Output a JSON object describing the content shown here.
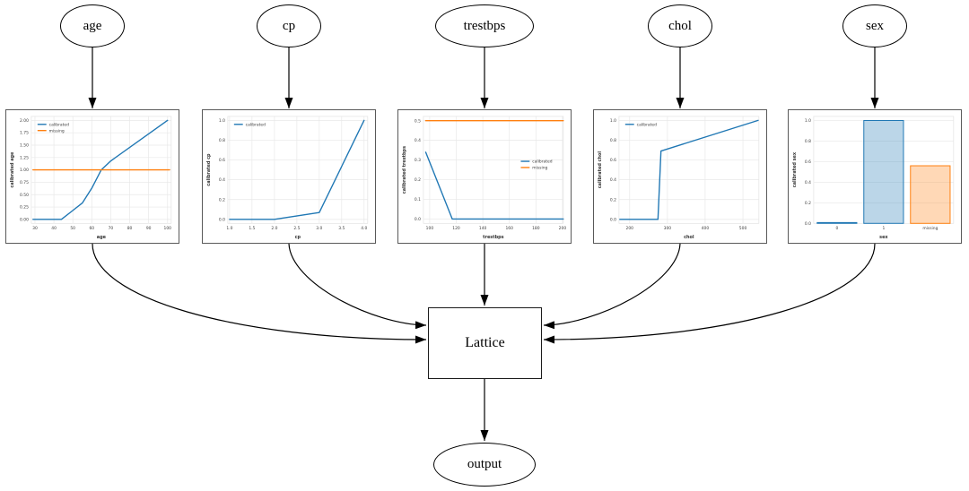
{
  "diagram": {
    "background": "#ffffff",
    "nodes": {
      "age": {
        "label": "age"
      },
      "cp": {
        "label": "cp"
      },
      "trestbps": {
        "label": "trestbps"
      },
      "chol": {
        "label": "chol"
      },
      "sex": {
        "label": "sex"
      },
      "lattice": {
        "label": "Lattice"
      },
      "output": {
        "label": "output"
      }
    },
    "edges": [
      {
        "from": "age",
        "to": "calibration-age"
      },
      {
        "from": "cp",
        "to": "calibration-cp"
      },
      {
        "from": "trestbps",
        "to": "calibration-trestbps"
      },
      {
        "from": "chol",
        "to": "calibration-chol"
      },
      {
        "from": "sex",
        "to": "calibration-sex"
      },
      {
        "from": "calibration-age",
        "to": "lattice"
      },
      {
        "from": "calibration-cp",
        "to": "lattice"
      },
      {
        "from": "calibration-trestbps",
        "to": "lattice"
      },
      {
        "from": "calibration-chol",
        "to": "lattice"
      },
      {
        "from": "calibration-sex",
        "to": "lattice"
      },
      {
        "from": "lattice",
        "to": "output"
      }
    ]
  },
  "colors": {
    "calibrated": "#1f77b4",
    "missing": "#ff7f0e",
    "calibrated_fill": "rgba(31,119,180,0.3)",
    "missing_fill": "rgba(255,127,14,0.3)",
    "edge": "#000000",
    "grid": "#e8e8e8",
    "plot_border": "#e2e2e2",
    "tick_text": "#3d3d3d"
  },
  "chart_data": [
    {
      "id": "age",
      "type": "line",
      "xlabel": "age",
      "ylabel": "calibrated age",
      "xlim": [
        28.1,
        101.9
      ],
      "ylim": [
        -0.08,
        2.08
      ],
      "xticks": {
        "values": [
          30,
          40,
          50,
          60,
          70,
          80,
          90,
          100
        ],
        "labels": [
          "30",
          "40",
          "50",
          "60",
          "70",
          "80",
          "90",
          "100"
        ]
      },
      "yticks": {
        "values": [
          0,
          0.25,
          0.5,
          0.75,
          1,
          1.25,
          1.5,
          1.75,
          2
        ],
        "labels": [
          "0.00",
          "0.25",
          "0.50",
          "0.75",
          "1.00",
          "1.25",
          "1.50",
          "1.75",
          "2.00"
        ]
      },
      "legend": {
        "position": "upper-left",
        "entries": [
          "calibrated",
          "missing"
        ]
      },
      "series": [
        {
          "name": "calibrated",
          "color": "#1f77b4",
          "x": [
            29,
            44,
            50,
            55,
            60,
            65,
            70,
            100
          ],
          "y": [
            0,
            0,
            0.18,
            0.33,
            0.63,
            1.0,
            1.18,
            2.0
          ]
        },
        {
          "name": "missing",
          "color": "#ff7f0e",
          "x": [
            29,
            101
          ],
          "y": [
            1.0,
            1.0
          ]
        }
      ]
    },
    {
      "id": "cp",
      "type": "line",
      "xlabel": "cp",
      "ylabel": "calibrated cp",
      "xlim": [
        0.96,
        4.08
      ],
      "ylim": [
        -0.04,
        1.04
      ],
      "xticks": {
        "values": [
          1.0,
          1.5,
          2.0,
          2.5,
          3.0,
          3.5,
          4.0
        ],
        "labels": [
          "1.0",
          "1.5",
          "2.0",
          "2.5",
          "3.0",
          "3.5",
          "4.0"
        ]
      },
      "yticks": {
        "values": [
          0,
          0.2,
          0.4,
          0.6,
          0.8,
          1.0
        ],
        "labels": [
          "0.0",
          "0.2",
          "0.4",
          "0.6",
          "0.8",
          "1.0"
        ]
      },
      "legend": {
        "position": "upper-left",
        "entries": [
          "calibrated"
        ]
      },
      "series": [
        {
          "name": "calibrated",
          "color": "#1f77b4",
          "x": [
            1,
            2,
            3,
            4
          ],
          "y": [
            0,
            0,
            0.07,
            1.0
          ]
        }
      ]
    },
    {
      "id": "trestbps",
      "type": "line",
      "xlabel": "trestbps",
      "ylabel": "calibrated trestbps",
      "xlim": [
        95.3,
        200.6
      ],
      "ylim": [
        -0.022,
        0.522
      ],
      "xticks": {
        "values": [
          100,
          120,
          140,
          160,
          180,
          200
        ],
        "labels": [
          "100",
          "120",
          "140",
          "160",
          "180",
          "200"
        ]
      },
      "yticks": {
        "values": [
          0,
          0.1,
          0.2,
          0.3,
          0.4,
          0.5
        ],
        "labels": [
          "0.0",
          "0.1",
          "0.2",
          "0.3",
          "0.4",
          "0.5"
        ]
      },
      "legend": {
        "position": "center-right",
        "entries": [
          "calibrated",
          "missing"
        ]
      },
      "series": [
        {
          "name": "calibrated",
          "color": "#1f77b4",
          "x": [
            97,
            117,
            200.6
          ],
          "y": [
            0.34,
            0,
            0
          ]
        },
        {
          "name": "missing",
          "color": "#ff7f0e",
          "x": [
            97,
            200.6
          ],
          "y": [
            0.5,
            0.5
          ]
        }
      ]
    },
    {
      "id": "chol",
      "type": "line",
      "xlabel": "chol",
      "ylabel": "calibrated chol",
      "xlim": [
        171.9,
        542.2
      ],
      "ylim": [
        -0.04,
        1.04
      ],
      "xticks": {
        "values": [
          200,
          300,
          400,
          500
        ],
        "labels": [
          "200",
          "300",
          "400",
          "500"
        ]
      },
      "yticks": {
        "values": [
          0,
          0.2,
          0.4,
          0.6,
          0.8,
          1.0
        ],
        "labels": [
          "0.0",
          "0.2",
          "0.4",
          "0.6",
          "0.8",
          "1.0"
        ]
      },
      "legend": {
        "position": "upper-left",
        "entries": [
          "calibrated"
        ]
      },
      "series": [
        {
          "name": "calibrated",
          "color": "#1f77b4",
          "x": [
            174,
            275,
            283,
            540
          ],
          "y": [
            0,
            0,
            0.69,
            1.0
          ]
        }
      ]
    },
    {
      "id": "sex",
      "type": "bar",
      "xlabel": "sex",
      "ylabel": "calibrated sex",
      "ylim": [
        0,
        1.04
      ],
      "yticks": {
        "values": [
          0,
          0.2,
          0.4,
          0.6,
          0.8,
          1.0
        ],
        "labels": [
          "0.0",
          "0.2",
          "0.4",
          "0.6",
          "0.8",
          "1.0"
        ]
      },
      "categories": [
        "0",
        "1",
        "missing"
      ],
      "values": [
        0.008,
        1.0,
        0.56
      ],
      "bars": [
        {
          "fill": "rgba(31,119,180,0.3)",
          "stroke": "#1f77b4"
        },
        {
          "fill": "rgba(31,119,180,0.3)",
          "stroke": "#1f77b4"
        },
        {
          "fill": "rgba(255,127,14,0.3)",
          "stroke": "#ff7f0e"
        }
      ]
    }
  ]
}
